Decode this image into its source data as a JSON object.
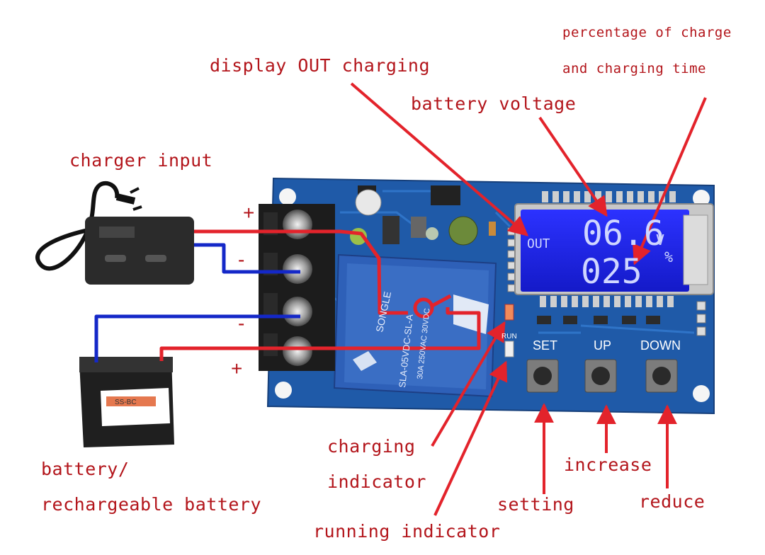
{
  "labels": {
    "display_out_charging": "display OUT charging",
    "percentage_of_charge": "percentage of charge",
    "and_charging_time": "and charging time",
    "battery_voltage": "battery voltage",
    "charger_input": "charger input",
    "charging": "charging",
    "indicator": "indicator",
    "battery": "battery/",
    "rechargeable_battery": "rechargeable battery",
    "increase": "increase",
    "reduce": "reduce",
    "setting": "setting",
    "running_indicator": "running indicator"
  },
  "lcd": {
    "out": "OUT",
    "voltage": "06.6",
    "voltage_unit": "V",
    "percent": "025",
    "percent_unit": "%"
  },
  "board": {
    "polarity_plus_top": "+",
    "polarity_minus_1": "-",
    "polarity_minus_2": "-",
    "polarity_plus_bottom": "+",
    "relay_brand": "SONGLE",
    "relay_model": "SLA-05VDC-SL-A",
    "relay_rating": "30A 250VAC 30VDC",
    "set_button": "SET",
    "up_button": "UP",
    "down_button": "DOWN",
    "run_mark": "RUN"
  },
  "battery": {
    "brand": "SS-BC"
  },
  "colors": {
    "label_red": "#b3151b",
    "wire_red": "#e3232b",
    "wire_blue": "#1428c8",
    "pcb_blue": "#1f5aa8",
    "lcd_blue": "#1f23e6"
  }
}
